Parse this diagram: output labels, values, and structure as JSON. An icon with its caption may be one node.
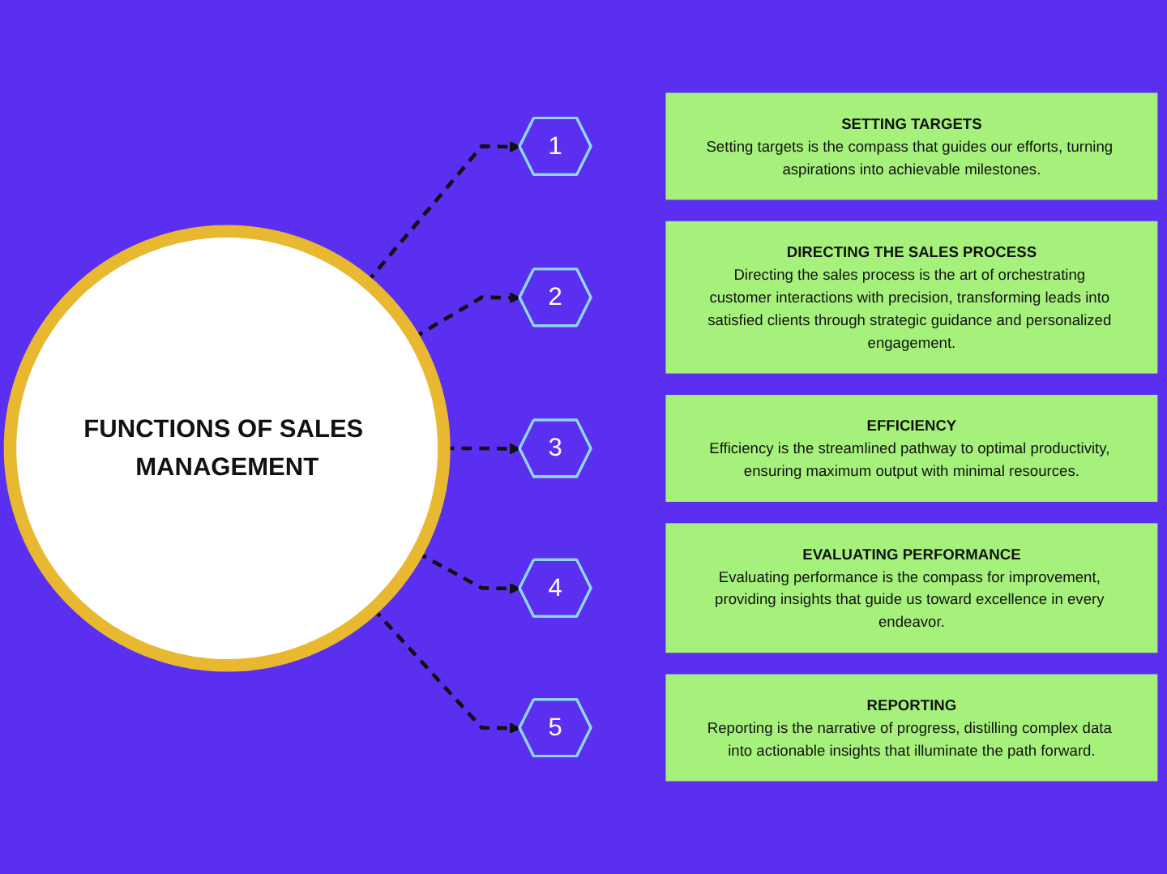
{
  "diagram": {
    "nodes": [
      {
        "text": [
          "FUNCTIONS OF SALES MANAGEMENT"
        ]
      },
      {
        "text": [
          "1"
        ]
      },
      {
        "text": [
          "SETTING TARGETS",
          "Setting targets is the compass that guides our efforts, turning aspirations into achievable milestones."
        ]
      },
      {
        "text": [
          "2"
        ]
      },
      {
        "text": [
          "DIRECTING THE SALES PROCESS",
          "Directing the sales process is the art of orchestrating customer interactions with precision, transforming leads into satisfied clients through strategic guidance and personalized engagement."
        ]
      },
      {
        "text": [
          "3"
        ]
      },
      {
        "text": [
          "EFFICIENCY",
          "Efficiency is the streamlined pathway to optimal productivity, ensuring maximum output with minimal resources."
        ]
      },
      {
        "text": [
          "4"
        ]
      },
      {
        "text": [
          "EVALUATING PERFORMANCE",
          "Evaluating performance is the compass for improvement, providing insights that guide us toward excellence in every endeavor."
        ]
      },
      {
        "text": [
          "5"
        ]
      },
      {
        "text": [
          "REPORTING",
          "Reporting is the narrative of progress, distilling complex data into actionable insights that illuminate the path forward."
        ]
      }
    ],
    "edges": [
      {
        "from": 0,
        "to": 1,
        "arrow": "to",
        "style": "dashed"
      },
      {
        "from": 0,
        "to": 3,
        "arrow": "to",
        "style": "dashed"
      },
      {
        "from": 0,
        "to": 5,
        "arrow": "to",
        "style": "dashed"
      },
      {
        "from": 0,
        "to": 7,
        "arrow": "to",
        "style": "dashed"
      },
      {
        "from": 0,
        "to": 9,
        "arrow": "to",
        "style": "dashed"
      }
    ]
  }
}
